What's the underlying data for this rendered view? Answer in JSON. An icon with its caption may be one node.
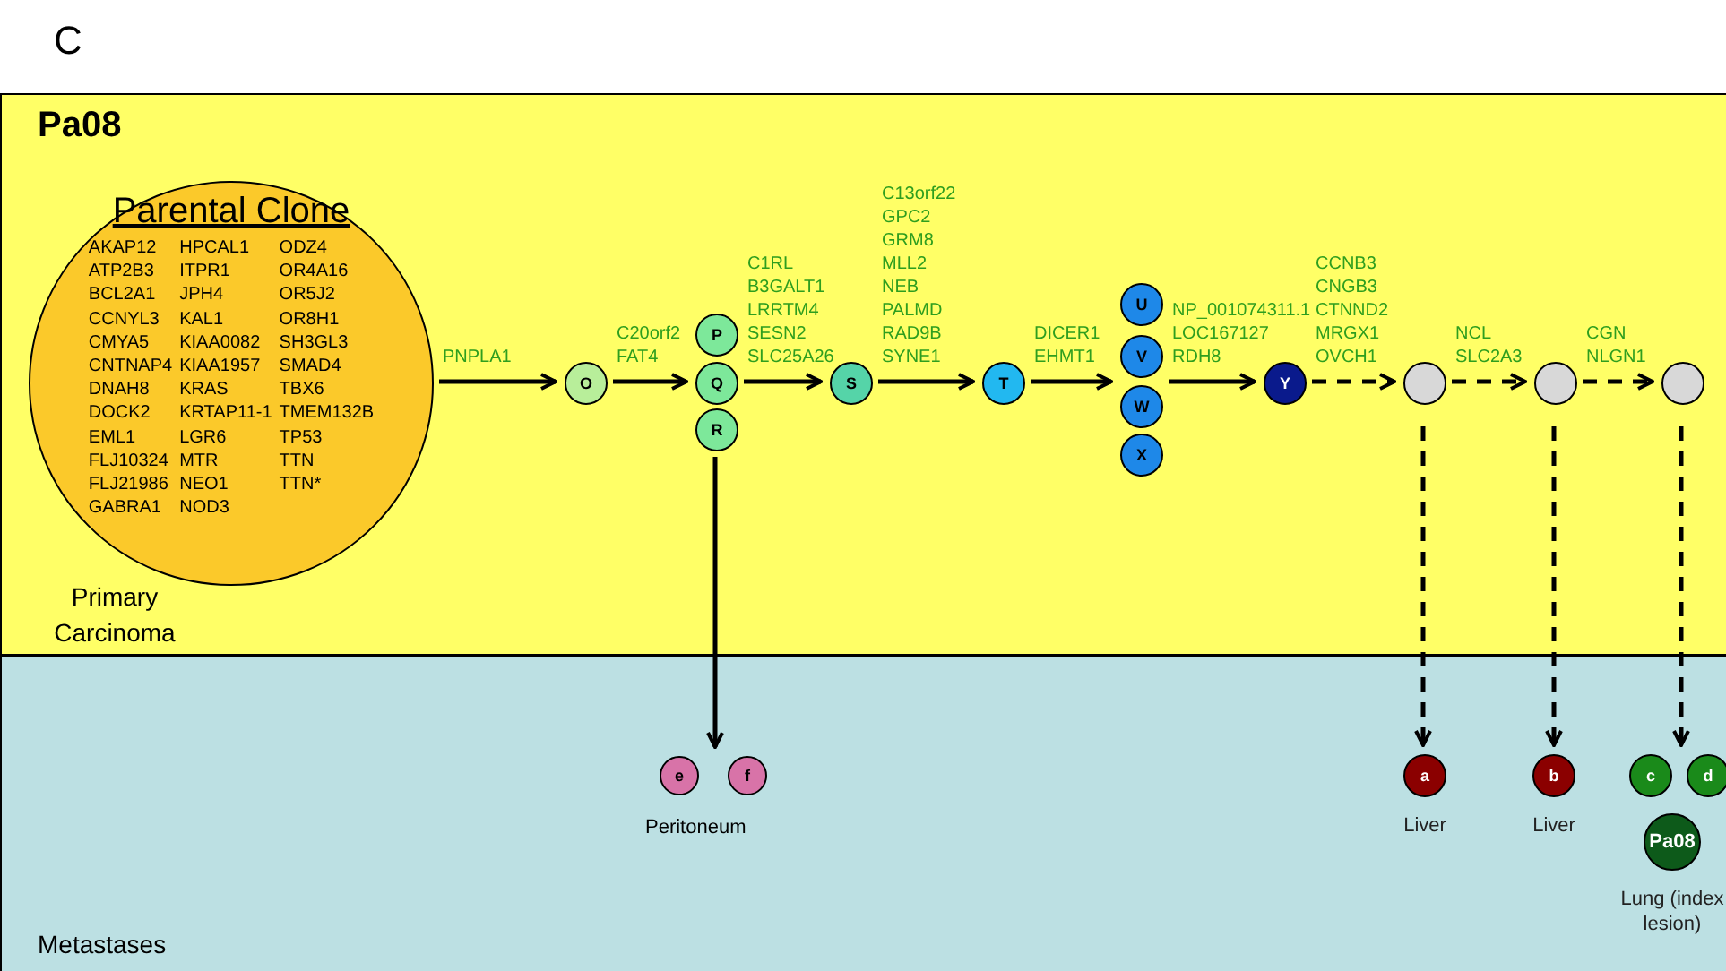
{
  "diagram": {
    "nodes": [
      {
        "text": [
          "Pa08",
          "Primary Carcinoma"
        ]
      },
      {
        "text": [
          "Parental Clone",
          "AKAP12",
          "ATP2B3",
          "BCL2A1",
          "CCNYL3",
          "CMYA5",
          "CNTNAP4",
          "DNAH8",
          "DOCK2",
          "EML1",
          "FLJ10324",
          "FLJ21986",
          "GABRA1",
          "HPCAL1",
          "ITPR1",
          "JPH4",
          "KAL1",
          "KIAA0082",
          "KIAA1957",
          "KRAS",
          "KRTAP11-1",
          "LGR6",
          "MTR",
          "NEO1",
          "NOD3",
          "ODZ4",
          "OR4A16",
          "OR5J2",
          "OR8H1",
          "SH3GL3",
          "SMAD4",
          "TBX6",
          "TMEM132B",
          "TP53",
          "TTN",
          "TTN*"
        ],
        "in": 0
      },
      {
        "text": [
          "O"
        ],
        "in": 0
      },
      {
        "text": [
          "P"
        ],
        "in": 0
      },
      {
        "text": [
          "Q"
        ],
        "in": 0
      },
      {
        "text": [
          "R"
        ],
        "in": 0
      },
      {
        "text": [
          "S"
        ],
        "in": 0
      },
      {
        "text": [
          "T"
        ],
        "in": 0
      },
      {
        "text": [
          "U"
        ],
        "in": 0
      },
      {
        "text": [
          "V"
        ],
        "in": 0
      },
      {
        "text": [
          "W"
        ],
        "in": 0
      },
      {
        "text": [
          "X"
        ],
        "in": 0
      },
      {
        "text": [
          "Y"
        ],
        "in": 0
      },
      {
        "text": [],
        "shape": "circle",
        "in": 0
      },
      {
        "text": [],
        "shape": "circle",
        "in": 0
      },
      {
        "text": [],
        "shape": "circle",
        "in": 0
      },
      {
        "text": [
          "Metastases"
        ]
      },
      {
        "text": [
          "e"
        ],
        "in": 16
      },
      {
        "text": [
          "f"
        ],
        "in": 16
      },
      {
        "text": [
          "a"
        ],
        "in": 16,
        "beside": [
          "Liver"
        ]
      },
      {
        "text": [
          "b"
        ],
        "in": 16,
        "beside": [
          "Liver"
        ]
      },
      {
        "text": [
          "c"
        ],
        "in": 16
      },
      {
        "text": [
          "d"
        ],
        "in": 16
      },
      {
        "text": [
          "Pa08"
        ],
        "in": 16,
        "beside": [
          "Lung (index lesion)"
        ]
      }
    ],
    "edges": [
      {
        "from": 1,
        "to": 2,
        "arrow": "to",
        "label": "PNPLA1"
      },
      {
        "from": 2,
        "to": 4,
        "arrow": "to",
        "label": "C20orf2 FAT4"
      },
      {
        "from": 4,
        "to": 6,
        "arrow": "to",
        "label": "C1RL B3GALT1 LRRTM4 SESN2 SLC25A26"
      },
      {
        "from": 6,
        "to": 7,
        "arrow": "to",
        "label": "C13orf22 GPC2 GRM8 MLL2 NEB PALMD RAD9B SYNE1"
      },
      {
        "from": 7,
        "to": 9,
        "arrow": "to",
        "label": "DICER1 EHMT1"
      },
      {
        "from": 7,
        "to": 10,
        "arrow": "to"
      },
      {
        "from": 9,
        "to": 12,
        "arrow": "to",
        "label": "NP_001074311.1 LOC167127 RDH8"
      },
      {
        "from": 10,
        "to": 12,
        "arrow": "to"
      },
      {
        "from": 12,
        "to": 13,
        "arrow": "to",
        "style": "dashed",
        "label": "CCNB3 CNGB3 CTNND2 MRGX1 OVCH1"
      },
      {
        "from": 13,
        "to": 14,
        "arrow": "to",
        "style": "dashed",
        "label": "NCL SLC2A3"
      },
      {
        "from": 14,
        "to": 15,
        "arrow": "to",
        "style": "dashed",
        "label": "CGN NLGN1"
      },
      {
        "from": 5,
        "to": 17,
        "arrow": "to"
      },
      {
        "from": 5,
        "to": 18,
        "arrow": "to"
      },
      {
        "from": 13,
        "to": 19,
        "arrow": "to",
        "style": "dashed"
      },
      {
        "from": 14,
        "to": 20,
        "arrow": "to",
        "style": "dashed"
      },
      {
        "from": 15,
        "to": 21,
        "arrow": "to",
        "style": "dashed"
      },
      {
        "from": 15,
        "to": 22,
        "arrow": "to",
        "style": "dashed"
      }
    ],
    "labels": [
      "C",
      "Peritoneum"
    ]
  }
}
